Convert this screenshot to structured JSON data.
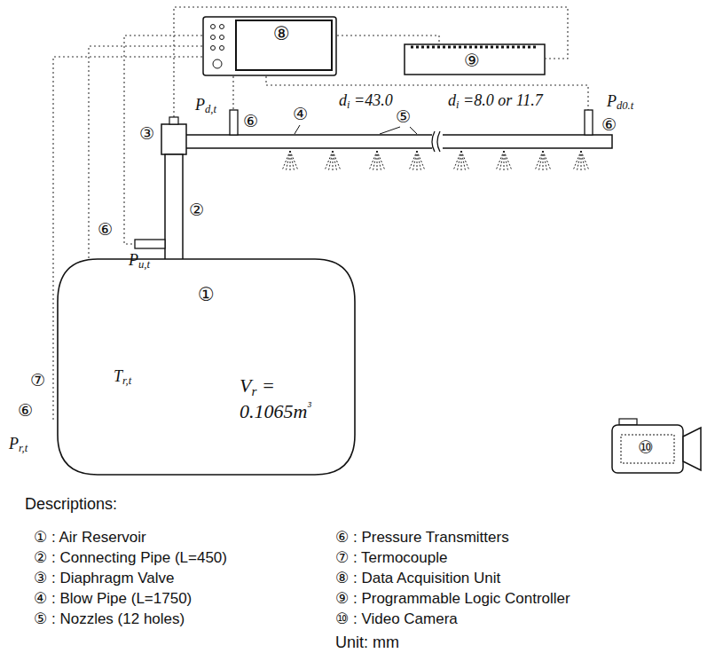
{
  "diagram": {
    "nodes": [
      {
        "text": [
          "①",
          "Vr = 0.1065m³"
        ]
      },
      {
        "text": [
          "⑧"
        ]
      },
      {
        "text": [
          "⑨"
        ]
      },
      {
        "text": [
          "⑩"
        ]
      }
    ],
    "edges": [
      {
        "from": 1,
        "to": 2,
        "arrow": "none"
      }
    ],
    "labels": [
      "di =43.0",
      "di =8.0 or 11.7",
      "Pd,t",
      "⑥",
      "Pd0.t",
      "⑥",
      "④",
      "⑤",
      "③",
      "⑥",
      "Pu,t",
      "②",
      "⑦",
      "Tr,t",
      "⑥",
      "Pr,t",
      "Descriptions:",
      "① : Air Reservoir",
      "② : Connecting Pipe (L=450)",
      "③ : Diaphragm Valve",
      "④ : Blow Pipe (L=1750)",
      "⑤ : Nozzles (12 holes)",
      "⑥ : Pressure Transmitters",
      "⑦ : Termocouple",
      "⑧ : Data Acquisition Unit",
      "⑨ : Programmable Logic Controller",
      "⑩ : Video Camera",
      "Unit: mm"
    ]
  }
}
